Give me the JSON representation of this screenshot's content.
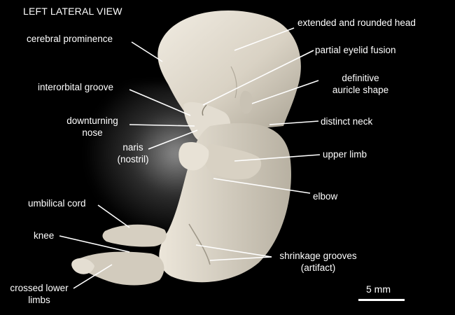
{
  "view_title": "LEFT LATERAL VIEW",
  "labels": {
    "head": "extended and rounded head",
    "cerebral": "cerebral prominence",
    "eyelid": "partial eyelid fusion",
    "auricle": [
      "definitive",
      "auricle shape"
    ],
    "interorbital": "interorbital groove",
    "nose": [
      "downturning",
      "nose"
    ],
    "neck": "distinct neck",
    "naris": [
      "naris",
      "(nostril)"
    ],
    "upper_limb": "upper limb",
    "elbow": "elbow",
    "umbilical": "umbilical cord",
    "knee": "knee",
    "shrinkage": [
      "shrinkage grooves",
      "(artifact)"
    ],
    "crossed": [
      "crossed lower",
      "limbs"
    ]
  },
  "scale_bar": "5 mm",
  "colors": {
    "background": "#000000",
    "specimen": "#e6e0d4",
    "text": "#ffffff"
  }
}
